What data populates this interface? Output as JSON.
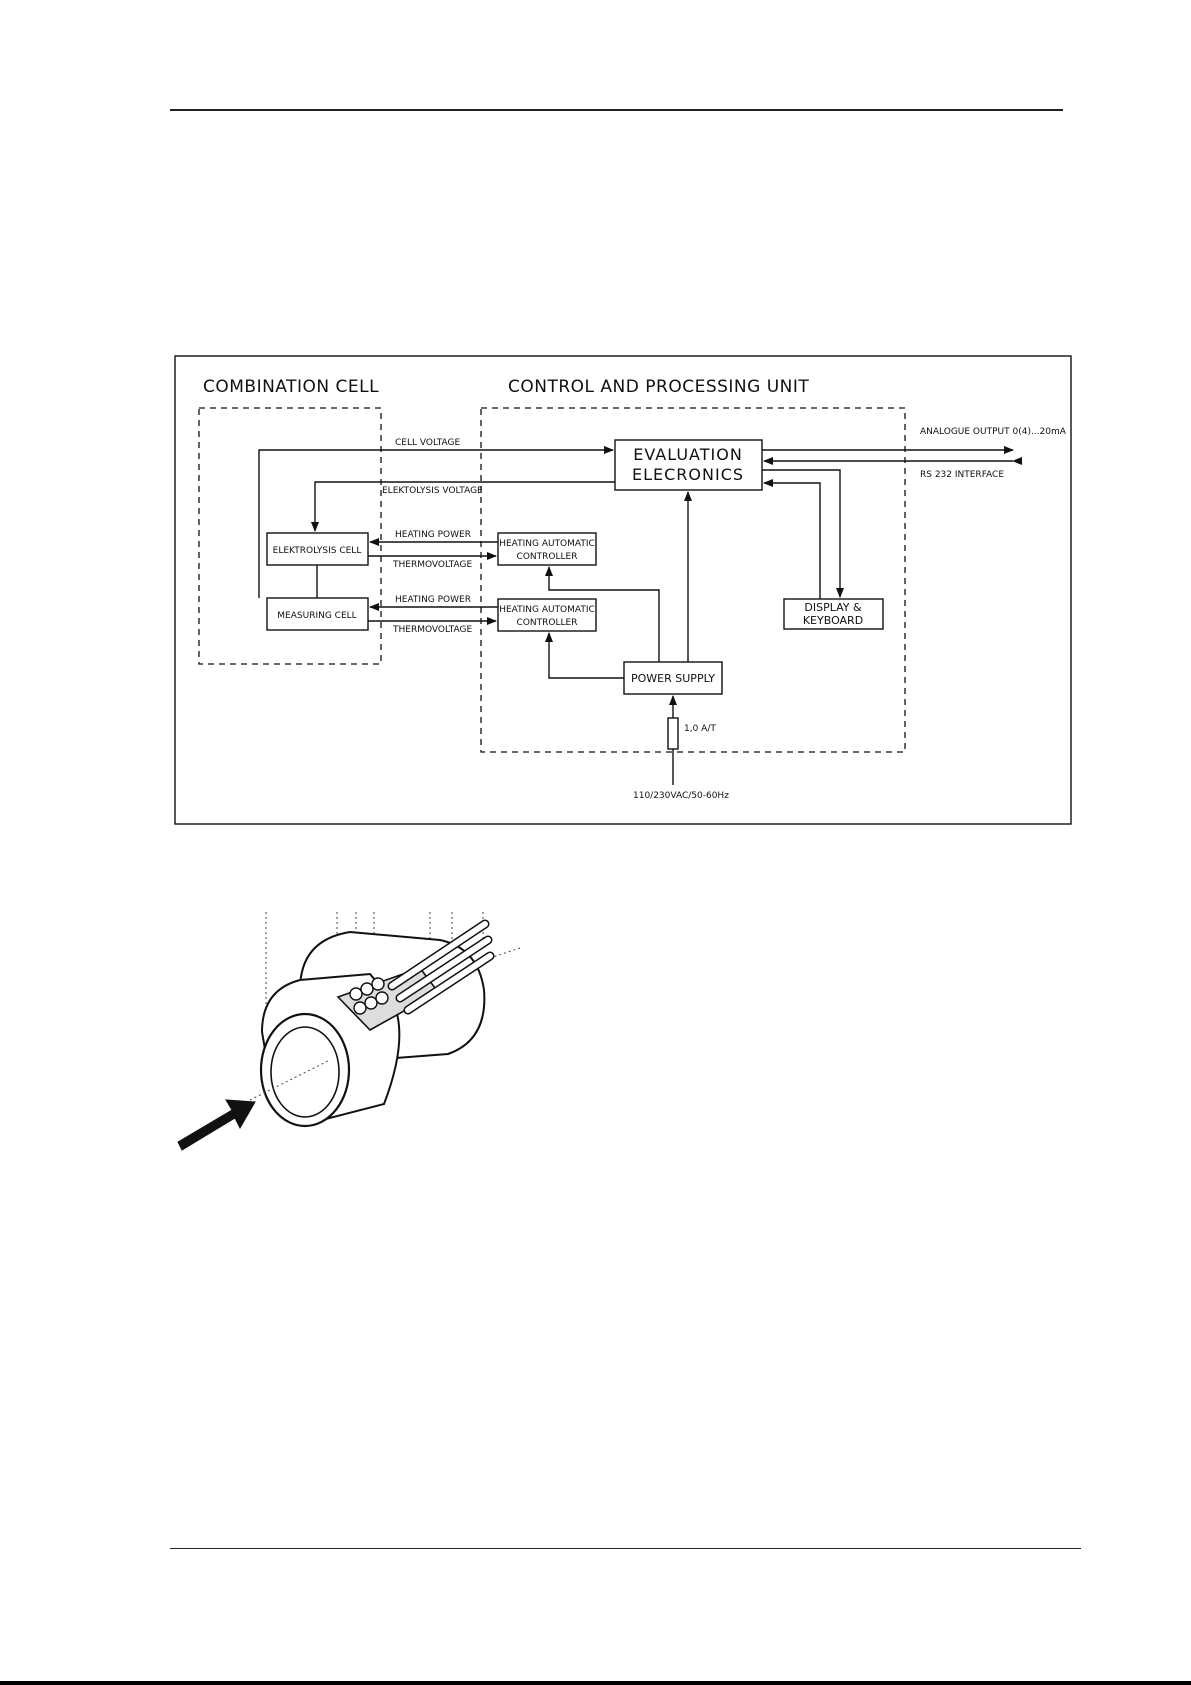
{
  "diagram": {
    "groups": {
      "combination_cell": "COMBINATION CELL",
      "control_unit": "CONTROL AND PROCESSING UNIT"
    },
    "blocks": {
      "evaluation_line1": "EVALUATION",
      "evaluation_line2": "ELECRONICS",
      "elektrolysis_cell": "ELEKTROLYSIS CELL",
      "measuring_cell": "MEASURING CELL",
      "heating_line1": "HEATING AUTOMATIC",
      "heating_line2": "CONTROLLER",
      "display_line1": "DISPLAY &",
      "display_line2": "KEYBOARD",
      "power_supply": "POWER SUPPLY"
    },
    "signals": {
      "cell_voltage": "CELL VOLTAGE",
      "elektolysis_voltage": "ELEKTOLYSIS VOLTAGE",
      "heating_power": "HEATING POWER",
      "thermovoltage": "THERMOVOLTAGE",
      "analogue_output": "ANALOGUE OUTPUT 0(4)...20mA",
      "rs232": "RS 232 INTERFACE",
      "fuse": "1,0 A/T",
      "mains": "110/230VAC/50-60Hz"
    }
  }
}
